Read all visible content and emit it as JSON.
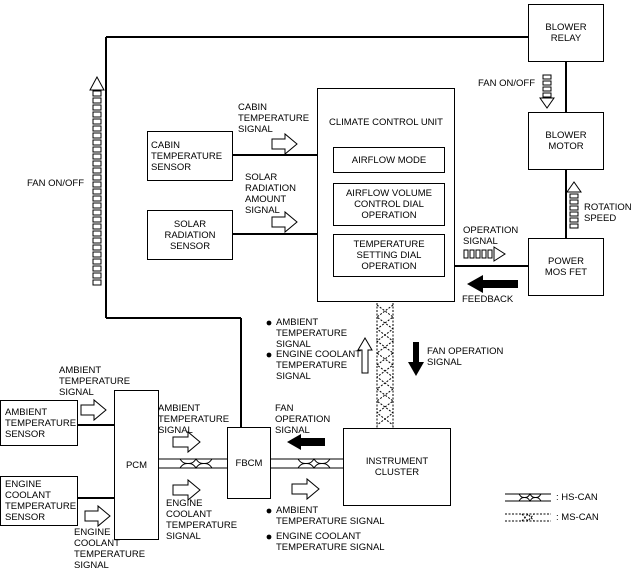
{
  "boxes": {
    "blower_relay": "BLOWER\nRELAY",
    "blower_motor": "BLOWER\nMOTOR",
    "power_mos_fet": "POWER\nMOS FET",
    "climate_control_unit": "CLIMATE CONTROL UNIT",
    "airflow_mode": "AIRFLOW MODE",
    "airflow_volume": "AIRFLOW VOLUME\nCONTROL DIAL\nOPERATION",
    "temperature_setting": "TEMPERATURE\nSETTING DIAL\nOPERATION",
    "cabin_temperature_sensor": "CABIN\nTEMPERATURE\nSENSOR",
    "solar_radiation_sensor": "SOLAR\nRADIATION\nSENSOR",
    "ambient_temperature_sensor": "AMBIENT\nTEMPERATURE\nSENSOR",
    "engine_coolant_temperature_sensor": "ENGINE\nCOOLANT\nTEMPERATURE\nSENSOR",
    "pcm": "PCM",
    "fbcm": "FBCM",
    "instrument_cluster": "INSTRUMENT\nCLUSTER"
  },
  "labels": {
    "fan_on_off_top": "FAN ON/OFF",
    "fan_on_off_left": "FAN ON/OFF",
    "rotation_speed": "ROTATION\nSPEED",
    "operation_signal": "OPERATION\nSIGNAL",
    "feedback": "FEEDBACK",
    "cabin_temperature_signal": "CABIN\nTEMPERATURE\nSIGNAL",
    "solar_radiation_amount_signal": "SOLAR\nRADIATION\nAMOUNT\nSIGNAL",
    "can_ambient_temperature_signal": "AMBIENT\nTEMPERATURE\nSIGNAL",
    "can_engine_coolant_temperature_signal": "ENGINE COOLANT\nTEMPERATURE\nSIGNAL",
    "fan_operation_signal_vertical": "FAN OPERATION\nSIGNAL",
    "ambient_temperature_signal_left": "AMBIENT\nTEMPERATURE\nSIGNAL",
    "ambient_temperature_signal_pcm": "AMBIENT\nTEMPERATURE\nSIGNAL",
    "engine_coolant_temperature_signal_left": "ENGINE\nCOOLANT\nTEMPERATURE\nSIGNAL",
    "engine_coolant_temperature_signal_pcm": "ENGINE\nCOOLANT\nTEMPERATURE\nSIGNAL",
    "fan_operation_signal_fbcm": "FAN\nOPERATION\nSIGNAL",
    "bottom_ambient_temperature_signal": "AMBIENT\nTEMPERATURE SIGNAL",
    "bottom_engine_coolant_temperature_signal": "ENGINE COOLANT\nTEMPERATURE SIGNAL"
  },
  "legend": {
    "hs_can": ": HS-CAN",
    "ms_can": ": MS-CAN"
  }
}
